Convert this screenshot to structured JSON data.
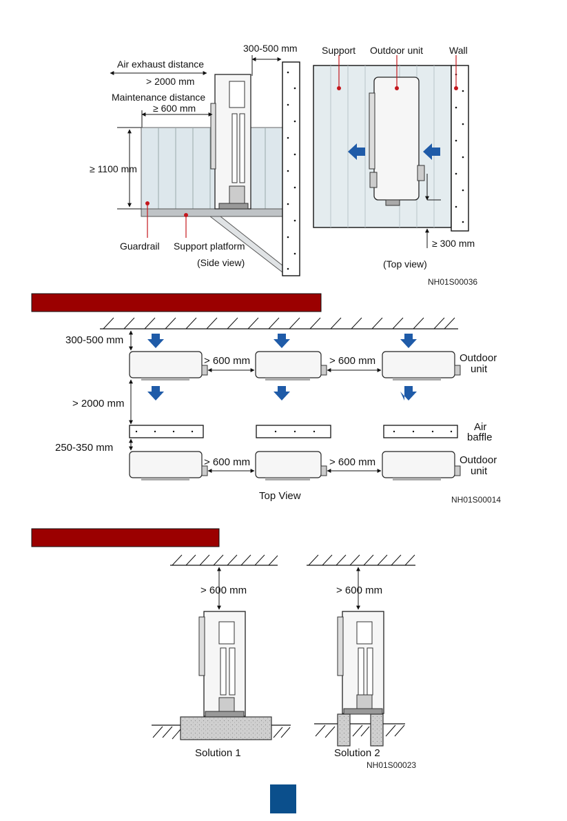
{
  "colors": {
    "banner_fill": "#9b0000",
    "arrow_blue": "#1f5ba8",
    "page_badge": "#0b4f8c",
    "red_marker": "#c4161c",
    "guardrail_fill": "#dde7ec",
    "unit_grey": "#f2f2f2"
  },
  "side_view": {
    "air_exhaust_label": "Air exhaust distance",
    "air_exhaust_value": "> 2000 mm",
    "maintenance_label": "Maintenance distance",
    "maintenance_value": "≥ 600 mm",
    "wall_gap": "300-500 mm",
    "height": "≥ 1100 mm",
    "guardrail": "Guardrail",
    "support_platform": "Support platform",
    "caption": "(Side view)"
  },
  "top_view_small": {
    "support": "Support",
    "outdoor_unit": "Outdoor unit",
    "wall": "Wall",
    "clearance": "≥ 300 mm",
    "caption": "(Top view)"
  },
  "figure_codes": {
    "fig1": "NH01S00036",
    "fig2": "NH01S00014",
    "fig3": "NH01S00023"
  },
  "top_view_multi": {
    "top_gap": "300-500 mm",
    "row_gap": "> 2000 mm",
    "baffle_gap": "250-350 mm",
    "unit_gap_1": "> 600 mm",
    "unit_gap_2": "> 600 mm",
    "unit_gap_3": "> 600 mm",
    "unit_gap_4": "> 600 mm",
    "outdoor_unit_line1": "Outdoor",
    "outdoor_unit_line2": "unit",
    "outdoor_unit2_line1": "Outdoor",
    "outdoor_unit2_line2": "unit",
    "air_baffle_line1": "Air",
    "air_baffle_line2": "baffle",
    "caption": "Top View"
  },
  "solutions": {
    "gap_1": "> 600 mm",
    "gap_2": "> 600 mm",
    "solution_1": "Solution 1",
    "solution_2": "Solution 2"
  }
}
